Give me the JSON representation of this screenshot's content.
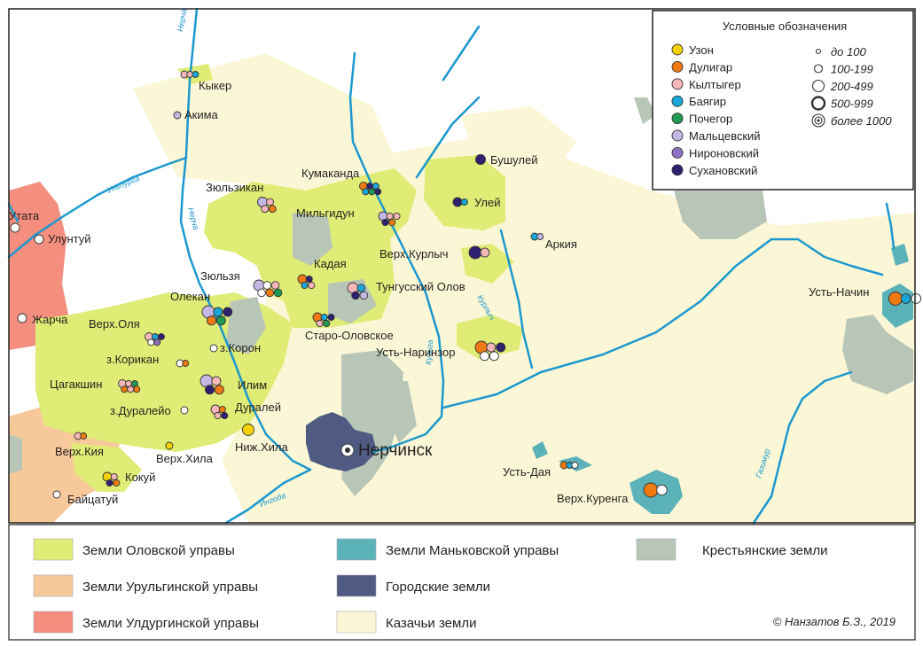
{
  "legend": {
    "title": "Условные обозначения",
    "clans": [
      {
        "label": "Узон",
        "color": "#f5d200"
      },
      {
        "label": "Дулигар",
        "color": "#f07a12"
      },
      {
        "label": "Кылтыгер",
        "color": "#f5b7b9"
      },
      {
        "label": "Баягир",
        "color": "#1aa6d8"
      },
      {
        "label": "Почегор",
        "color": "#1f9a55"
      },
      {
        "label": "Мальцевский",
        "color": "#c4b7e4"
      },
      {
        "label": "Нироновский",
        "color": "#8f6fc1"
      },
      {
        "label": "Сухановский",
        "color": "#2d2170"
      }
    ],
    "sizes": [
      "до 100",
      "100-199",
      "200-499",
      "500-999",
      "более 1000"
    ]
  },
  "rivers": [
    "Нерча",
    "Ульдурга",
    "Нерча",
    "Курлыч",
    "Куэнга",
    "Ингода",
    "Газимур"
  ],
  "places": [
    {
      "name": "Кыкер",
      "dots": [
        "#f5b7b9",
        "#f5b7b9",
        "#1aa6d8"
      ]
    },
    {
      "name": "Акима",
      "dots": [
        "#c4b7e4"
      ]
    },
    {
      "name": "Утата",
      "dots": [
        "#ffffff"
      ]
    },
    {
      "name": "Улунтуй",
      "dots": [
        "#ffffff"
      ]
    },
    {
      "name": "Зюльзикан",
      "dots": [
        "#c4b7e4",
        "#f5b7b9",
        "#f5b7b9",
        "#f07a12"
      ]
    },
    {
      "name": "Кумаканда",
      "dots": [
        "#f07a12",
        "#2d2170",
        "#1aa6d8",
        "#1aa6d8",
        "#1f9a55",
        "#2d2170"
      ]
    },
    {
      "name": "Бушулей",
      "dots": [
        "#2d2170"
      ]
    },
    {
      "name": "Улей",
      "dots": [
        "#2d2170",
        "#1aa6d8"
      ]
    },
    {
      "name": "Мильгидун",
      "dots": [
        "#c4b7e4",
        "#f5b7b9",
        "#f5b7b9",
        "#2d2170",
        "#f07a12"
      ]
    },
    {
      "name": "Аркия",
      "dots": [
        "#1aa6d8",
        "#c4b7e4"
      ]
    },
    {
      "name": "Верх.Курлыч",
      "dots": [
        "#2d2170",
        "#f5b7b9"
      ]
    },
    {
      "name": "Зюльзя",
      "dots": [
        "#c4b7e4",
        "#ffffff",
        "#f5b7b9",
        "#ffffff",
        "#f07a12",
        "#1f9a55"
      ]
    },
    {
      "name": "Кадая",
      "dots": [
        "#f07a12",
        "#2d2170",
        "#1aa6d8",
        "#f5b7b9"
      ]
    },
    {
      "name": "Тунгусский Олов",
      "dots": [
        "#f5b7b9",
        "#1aa6d8",
        "#2d2170",
        "#c4b7e4"
      ]
    },
    {
      "name": "Олекан",
      "dots": [
        "#c4b7e4",
        "#1aa6d8",
        "#2d2170",
        "#f07a12",
        "#1f9a55"
      ]
    },
    {
      "name": "Старо-Оловское",
      "dots": [
        "#f07a12",
        "#1aa6d8",
        "#2d2170",
        "#f5b7b9",
        "#1f9a55"
      ]
    },
    {
      "name": "Верх.Оля",
      "dots": [
        "#f5b7b9",
        "#1aa6d8",
        "#2d2170",
        "#ffffff",
        "#8f6fc1"
      ]
    },
    {
      "name": "з.Корон",
      "dots": [
        "#ffffff"
      ]
    },
    {
      "name": "з.Корикан",
      "dots": [
        "#ffffff",
        "#f07a12"
      ]
    },
    {
      "name": "Усть-Наринзор",
      "dots": [
        "#f07a12",
        "#f5b7b9",
        "#2d2170",
        "#ffffff",
        "#ffffff"
      ]
    },
    {
      "name": "Цагакшин",
      "dots": [
        "#f5b7b9",
        "#f5b7b9",
        "#1f9a55",
        "#f07a12",
        "#f5b7b9",
        "#f07a12"
      ]
    },
    {
      "name": "Илим",
      "dots": [
        "#c4b7e4",
        "#f5b7b9",
        "#2d2170",
        "#f07a12"
      ]
    },
    {
      "name": "з.Дуралейо",
      "dots": [
        "#ffffff"
      ]
    },
    {
      "name": "Дуралей",
      "dots": [
        "#f5b7b9",
        "#f07a12",
        "#f5b7b9",
        "#2d2170"
      ]
    },
    {
      "name": "Ниж.Хила",
      "dots": [
        "#f5d200"
      ]
    },
    {
      "name": "Верх.Кия",
      "dots": [
        "#f5b7b9",
        "#f07a12"
      ]
    },
    {
      "name": "Верх.Хила",
      "dots": [
        "#f5d200"
      ]
    },
    {
      "name": "Кокуй",
      "dots": [
        "#f5d200",
        "#f5b7b9",
        "#2d2170",
        "#f07a12"
      ]
    },
    {
      "name": "Байцатуй",
      "dots": [
        "#ffffff"
      ]
    },
    {
      "name": "Жарча",
      "dots": [
        "#ffffff"
      ]
    },
    {
      "name": "Нерчинск",
      "dots": [
        "#ffffff"
      ]
    },
    {
      "name": "Усть-Дая",
      "dots": [
        "#f07a12",
        "#1aa6d8",
        "#ffffff"
      ]
    },
    {
      "name": "Верх.Куренга",
      "dots": [
        "#f07a12",
        "#ffffff"
      ]
    },
    {
      "name": "Усть-Начин",
      "dots": [
        "#f07a12",
        "#1aa6d8",
        "#ffffff"
      ]
    }
  ],
  "lands": [
    {
      "label": "Земли Оловской управы",
      "color": "#dfec75"
    },
    {
      "label": "Земли Урульгинской управы",
      "color": "#f7c89a"
    },
    {
      "label": "Земли Улдургинской управы",
      "color": "#f48e7f"
    },
    {
      "label": "Земли Маньковской управы",
      "color": "#5cb2b9"
    },
    {
      "label": "Городские земли",
      "color": "#4f5b82"
    },
    {
      "label": "Казачьи земли",
      "color": "#fbf7d6"
    },
    {
      "label": "Крестьянские земли",
      "color": "#b8c6b8"
    }
  ],
  "copyright": "© Нанзатов Б.З., 2019",
  "colors": {
    "river": "#1c98cf",
    "frame": "#222222",
    "label": "#231f20",
    "river_label": "#1c98cf"
  }
}
